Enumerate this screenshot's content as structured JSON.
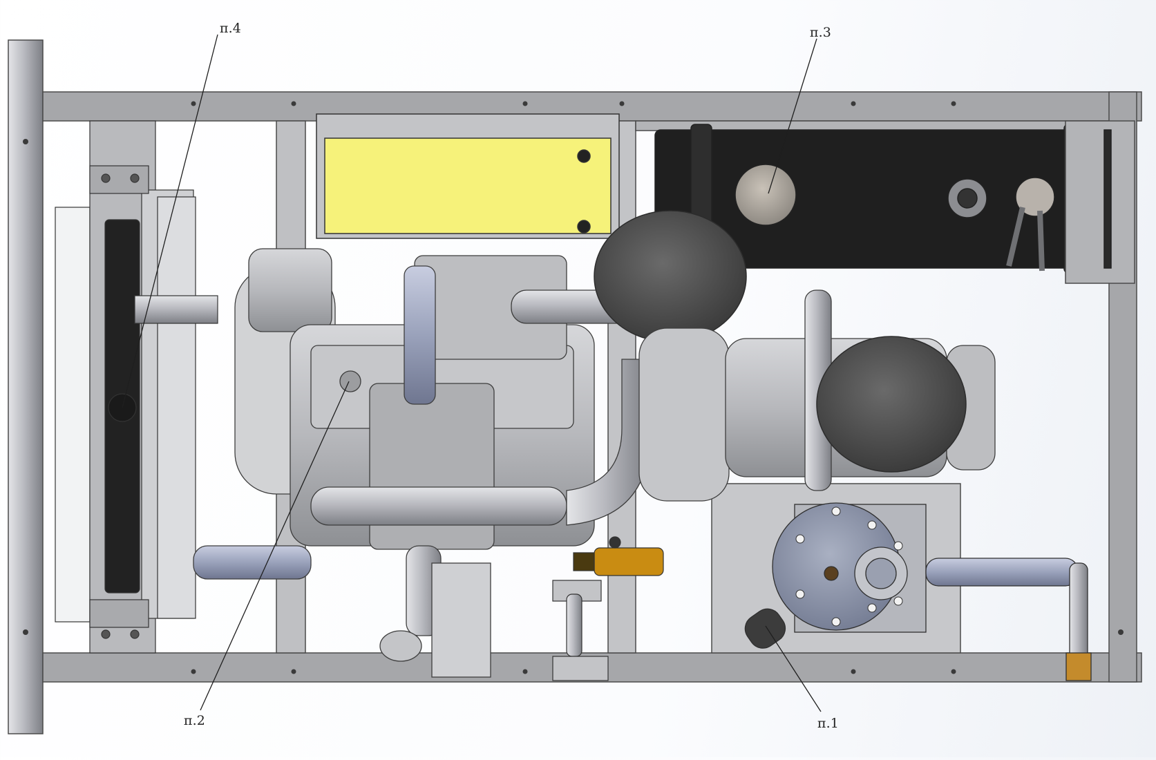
{
  "callouts": {
    "p1": "п.1",
    "p2": "п.2",
    "p3": "п.3",
    "p4": "п.4"
  },
  "colors": {
    "frame": "#a9aaac",
    "frame_edge": "#4a4a4a",
    "tank_yellow": "#f6f27a",
    "tank_black": "#1f1f1f",
    "engine_gray": "#b4b5b8",
    "filter_dark": "#535353",
    "oil_valve": "#c98c12",
    "pump_blue": "#8d95a8",
    "radiator_core": "#222222"
  }
}
